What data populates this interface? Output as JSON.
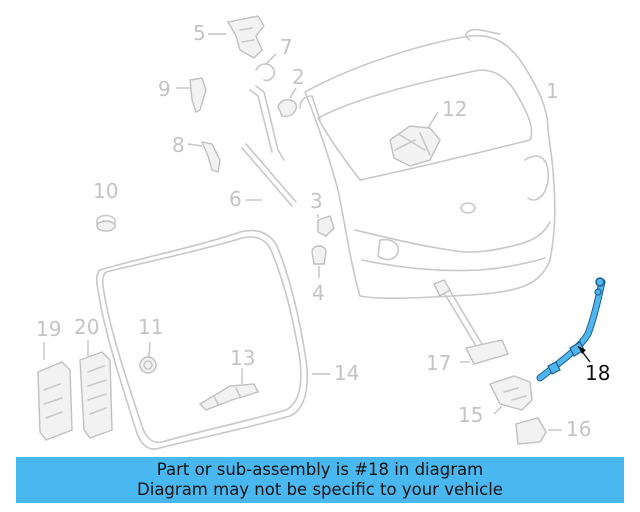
{
  "diagram": {
    "callouts": [
      "1",
      "2",
      "3",
      "4",
      "5",
      "6",
      "7",
      "8",
      "9",
      "10",
      "11",
      "12",
      "13",
      "14",
      "15",
      "16",
      "17",
      "18",
      "19",
      "20"
    ],
    "highlighted_callout": "18",
    "colors": {
      "highlight_part": "#4fb6f0",
      "banner": "#4ab8f0",
      "muted_line": "#c4c4c4",
      "highlight_text": "#111111"
    }
  },
  "banner": {
    "line1": "Part or sub-assembly is #18 in diagram",
    "line2": "Diagram may not be specific to your vehicle"
  }
}
